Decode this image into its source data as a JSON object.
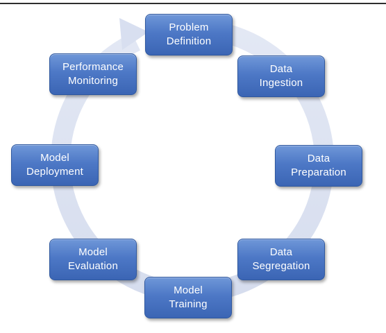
{
  "diagram": {
    "type": "cycle",
    "colors": {
      "node_fill": "#4d78c6",
      "node_border": "#2f589f",
      "node_text": "#ffffff",
      "ring": "#dde3f2",
      "background": "#ffffff"
    },
    "nodes": [
      {
        "id": "problem",
        "label": "Problem\nDefinition"
      },
      {
        "id": "ingestion",
        "label": "Data\nIngestion"
      },
      {
        "id": "preparation",
        "label": "Data\nPreparation"
      },
      {
        "id": "segregation",
        "label": "Data\nSegregation"
      },
      {
        "id": "training",
        "label": "Model\nTraining"
      },
      {
        "id": "evaluation",
        "label": "Model\nEvaluation"
      },
      {
        "id": "deployment",
        "label": "Model\nDeployment"
      },
      {
        "id": "monitoring",
        "label": "Performance\nMonitoring"
      }
    ]
  }
}
